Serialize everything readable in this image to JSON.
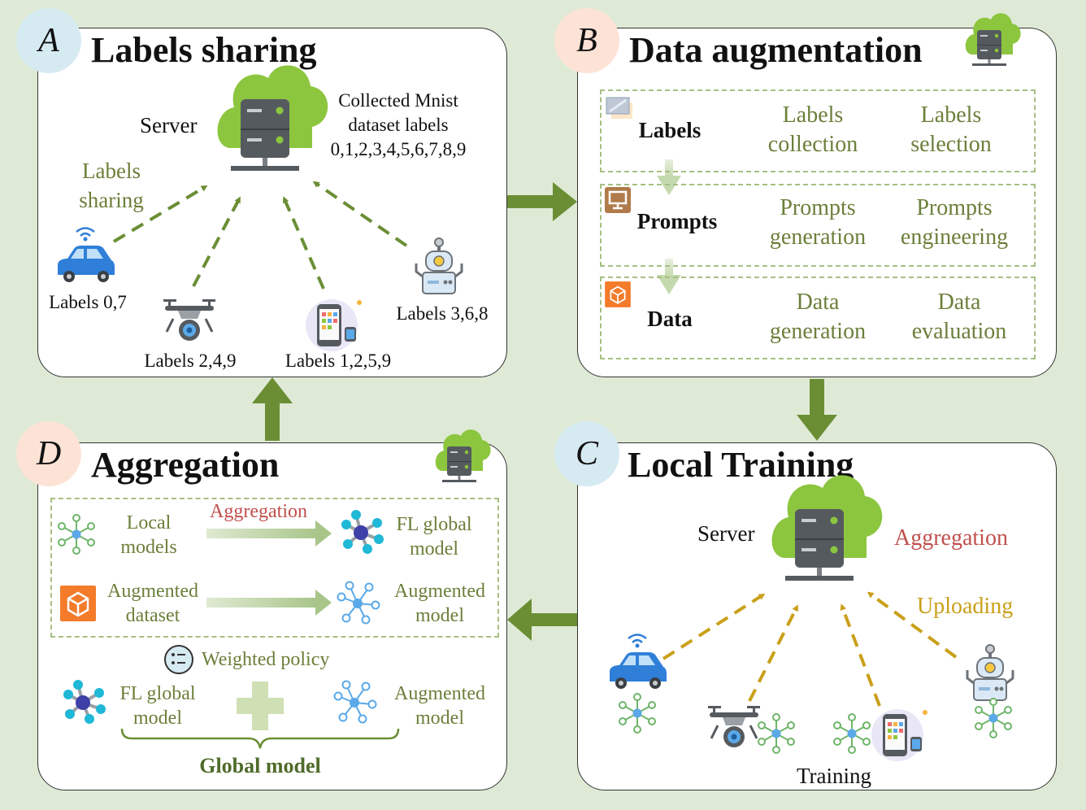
{
  "panelA": {
    "badge": "A",
    "title": "Labels sharing",
    "server_label": "Server",
    "collected": [
      "Collected Mnist",
      "dataset labels",
      "0,1,2,3,4,5,6,7,8,9"
    ],
    "sharing": [
      "Labels",
      "sharing"
    ],
    "car_labels": "Labels 0,7",
    "drone_labels": "Labels 2,4,9",
    "phone_labels": "Labels 1,2,5,9",
    "robot_labels": "Labels 3,6,8"
  },
  "panelB": {
    "badge": "B",
    "title": "Data augmentation",
    "rows": [
      {
        "head": "Labels",
        "c1": [
          "Labels",
          "collection"
        ],
        "c2": [
          "Labels",
          "selection"
        ]
      },
      {
        "head": "Prompts",
        "c1": [
          "Prompts",
          "generation"
        ],
        "c2": [
          "Prompts",
          "engineering"
        ]
      },
      {
        "head": "Data",
        "c1": [
          "Data",
          "generation"
        ],
        "c2": [
          "Data",
          "evaluation"
        ]
      }
    ]
  },
  "panelC": {
    "badge": "C",
    "title": "Local Training",
    "server_label": "Server",
    "aggregation": "Aggregation",
    "uploading": "Uploading",
    "training": "Training"
  },
  "panelD": {
    "badge": "D",
    "title": "Aggregation",
    "local_models": [
      "Local",
      "models"
    ],
    "aggregation": "Aggregation",
    "fl_global": [
      "FL global",
      "model"
    ],
    "augmented_dataset": [
      "Augmented",
      "dataset"
    ],
    "augmented_model": [
      "Augmented",
      "model"
    ],
    "weighted_policy": "Weighted policy",
    "fl_global_2": [
      "FL global",
      "model"
    ],
    "augmented_model_2": [
      "Augmented",
      "model"
    ],
    "global_model": "Global model"
  },
  "colors": {
    "background": "#dfead6",
    "flow_arrow": "#6b8e35",
    "label_green": "#6b7f3a",
    "upload_gold": "#c9a01a",
    "aggregation_red": "#c0504d",
    "badge_blue": "#d6eaf2",
    "badge_peach": "#fde3d6"
  }
}
